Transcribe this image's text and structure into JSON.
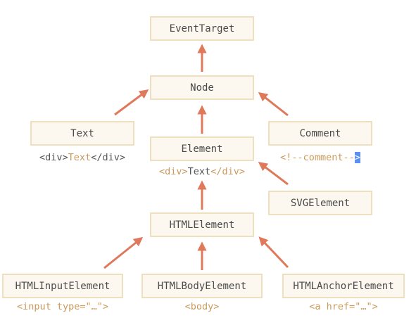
{
  "colors": {
    "arrow": "#e0795c",
    "box_fill": "#fcf8ef",
    "box_border": "#eedfbe",
    "code_orange": "#ca9a5c",
    "code_dark": "#555555",
    "selection": "#5b8ff2"
  },
  "nodes": {
    "event_target": "EventTarget",
    "node": "Node",
    "text": "Text",
    "element": "Element",
    "comment": "Comment",
    "svg_element": "SVGElement",
    "html_element": "HTMLElement",
    "html_input_element": "HTMLInputElement",
    "html_body_element": "HTMLBodyElement",
    "html_anchor_element": "HTMLAnchorElement"
  },
  "examples": {
    "text": {
      "open": "<div>",
      "content": "Text",
      "close": "</div>"
    },
    "element": {
      "open": "<div>",
      "content": "Text",
      "close": "</div>"
    },
    "comment": {
      "main": "<!--comment--",
      "selected": ">"
    },
    "input": "<input type=\"…\">",
    "body": "<body>",
    "anchor": "<a href=\"…\">"
  },
  "edges": [
    {
      "from": "node",
      "to": "event_target"
    },
    {
      "from": "text",
      "to": "node"
    },
    {
      "from": "element",
      "to": "node"
    },
    {
      "from": "comment",
      "to": "node"
    },
    {
      "from": "html_element",
      "to": "element"
    },
    {
      "from": "svg_element",
      "to": "element"
    },
    {
      "from": "html_input_element",
      "to": "html_element"
    },
    {
      "from": "html_body_element",
      "to": "html_element"
    },
    {
      "from": "html_anchor_element",
      "to": "html_element"
    }
  ]
}
